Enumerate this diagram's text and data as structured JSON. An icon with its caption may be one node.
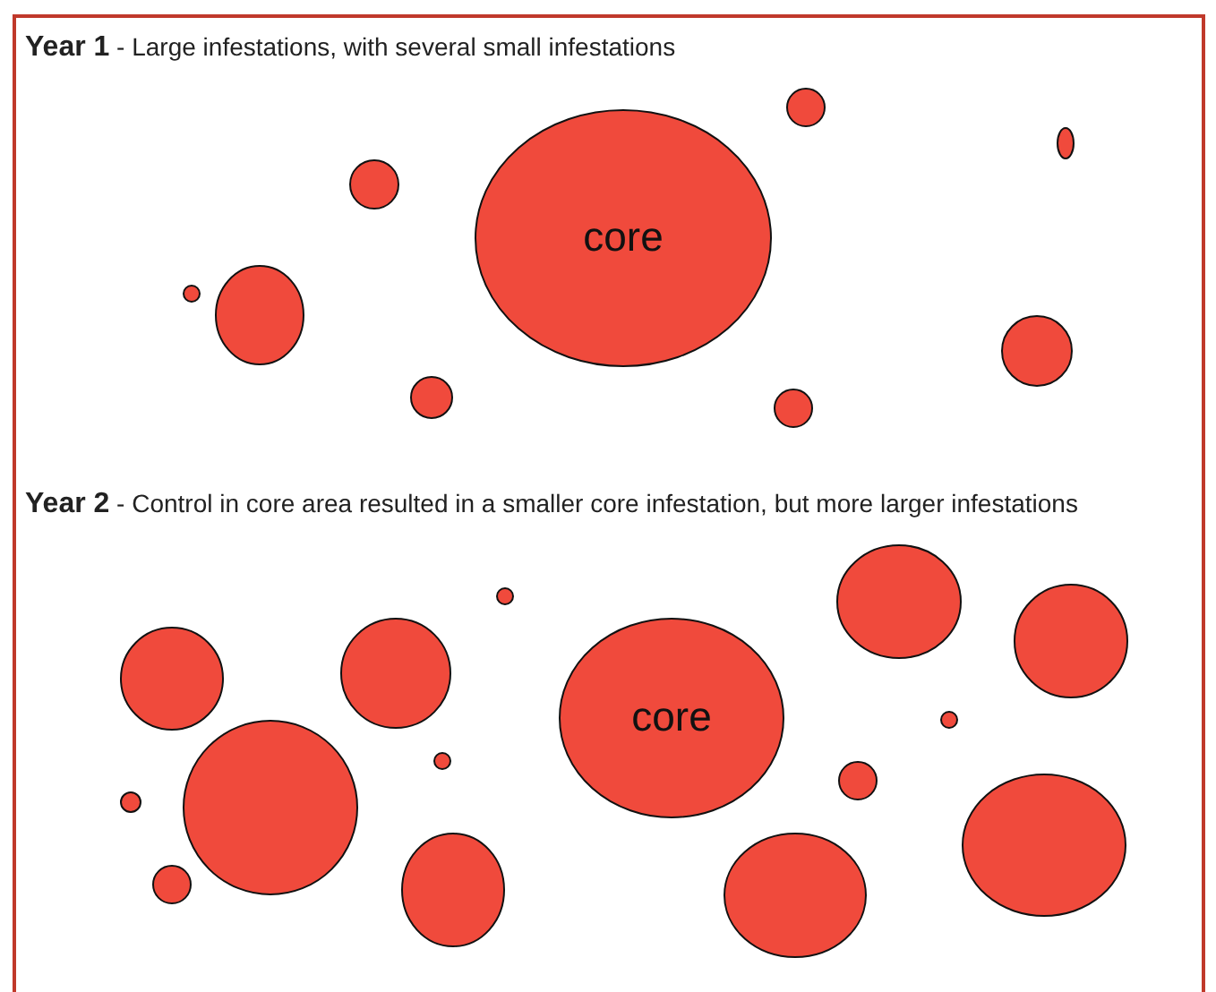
{
  "diagram": {
    "nodes": [
      {
        "text": [],
        "shape": "circle"
      },
      {
        "text": [],
        "shape": "circle"
      },
      {
        "text": [],
        "shape": "circle"
      },
      {
        "text": [],
        "shape": "circle"
      },
      {
        "text": [
          "core"
        ]
      },
      {
        "text": [],
        "shape": "circle"
      },
      {
        "text": [],
        "shape": "circle"
      },
      {
        "text": [],
        "shape": "circle"
      },
      {
        "text": [],
        "shape": "circle"
      },
      {
        "text": [],
        "shape": "circle"
      },
      {
        "text": [],
        "shape": "circle"
      },
      {
        "text": [],
        "shape": "circle"
      },
      {
        "text": [],
        "shape": "circle"
      },
      {
        "text": [],
        "shape": "circle"
      },
      {
        "text": [],
        "shape": "circle"
      },
      {
        "text": [],
        "shape": "circle"
      },
      {
        "text": [],
        "shape": "circle"
      },
      {
        "text": [
          "core"
        ]
      },
      {
        "text": [],
        "shape": "circle"
      },
      {
        "text": [],
        "shape": "circle"
      },
      {
        "text": [],
        "shape": "circle"
      },
      {
        "text": [],
        "shape": "circle"
      },
      {
        "text": [],
        "shape": "circle"
      },
      {
        "text": [],
        "shape": "circle"
      }
    ],
    "labels": [
      "**Year 1** - Large infestations, with several small infestations",
      "**Year 2** - Control in core area resulted in a smaller core infestation, but more larger infestations"
    ]
  }
}
